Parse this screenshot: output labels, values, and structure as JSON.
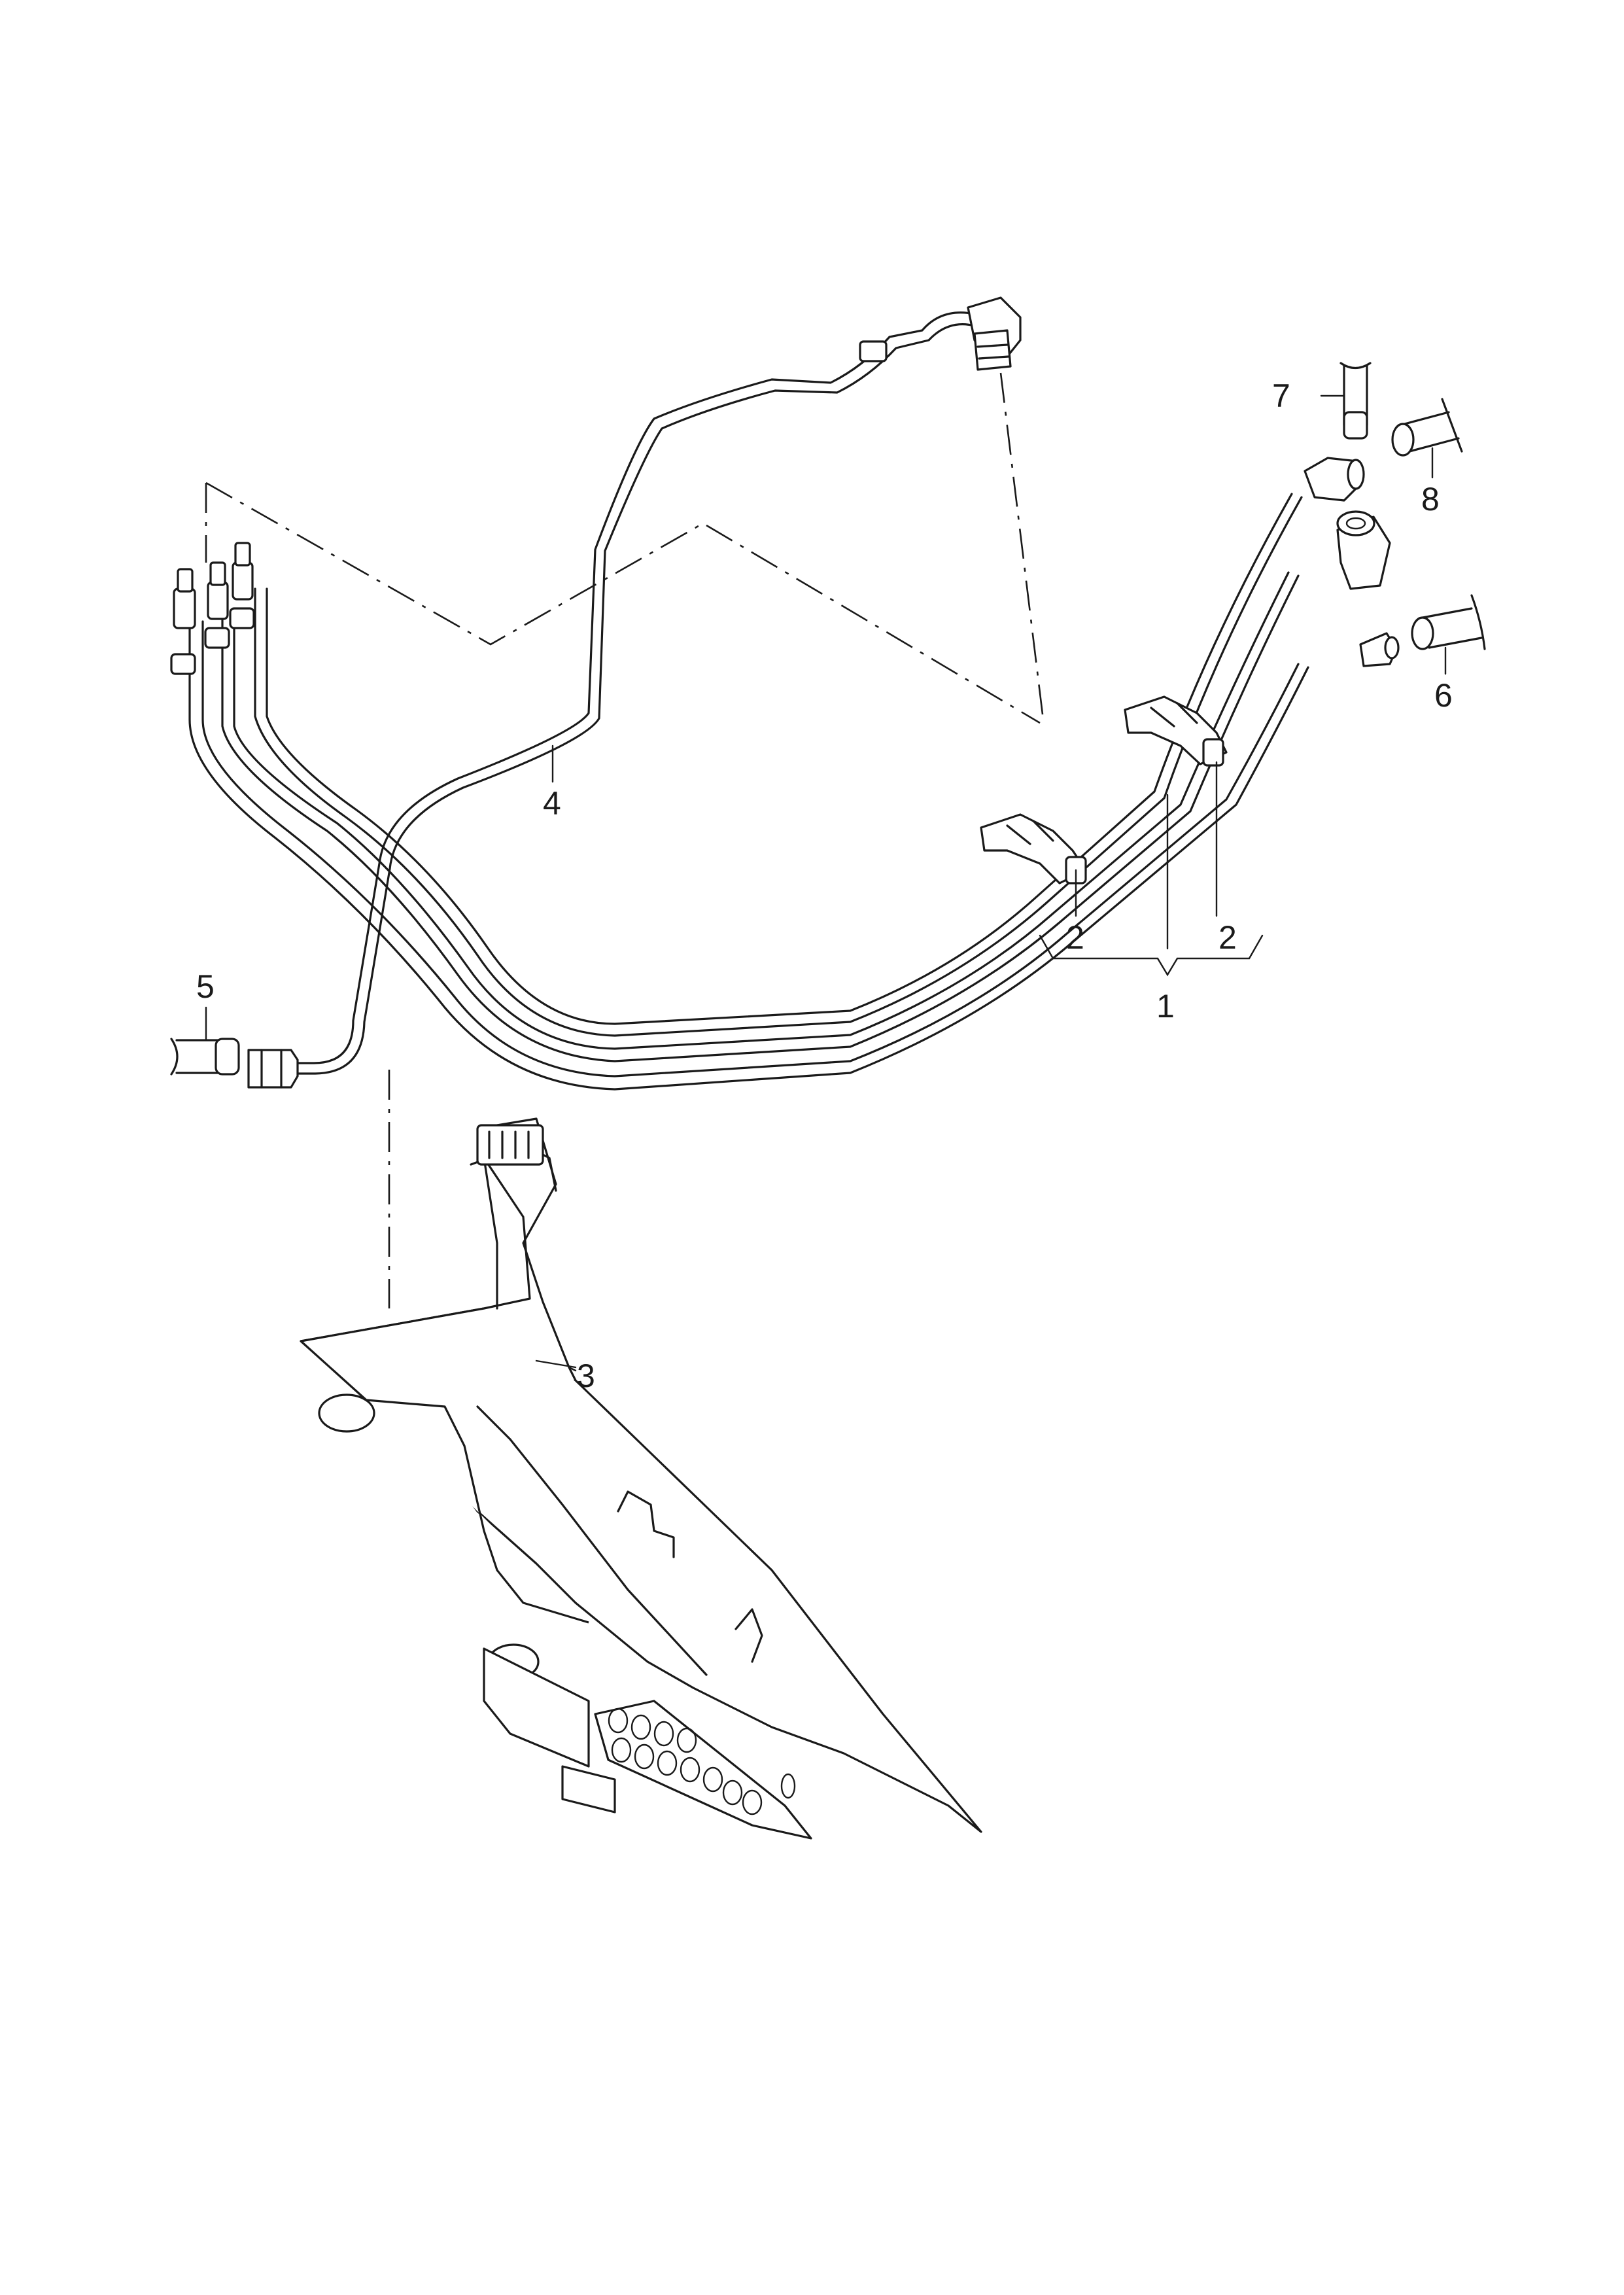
{
  "callouts": [
    {
      "id": "c1",
      "text": "1"
    },
    {
      "id": "c2a",
      "text": "2"
    },
    {
      "id": "c2b",
      "text": "2"
    },
    {
      "id": "c3",
      "text": "3"
    },
    {
      "id": "c4",
      "text": "4"
    },
    {
      "id": "c5",
      "text": "5"
    },
    {
      "id": "c6",
      "text": "6"
    },
    {
      "id": "c7",
      "text": "7"
    },
    {
      "id": "c8",
      "text": "8"
    }
  ]
}
